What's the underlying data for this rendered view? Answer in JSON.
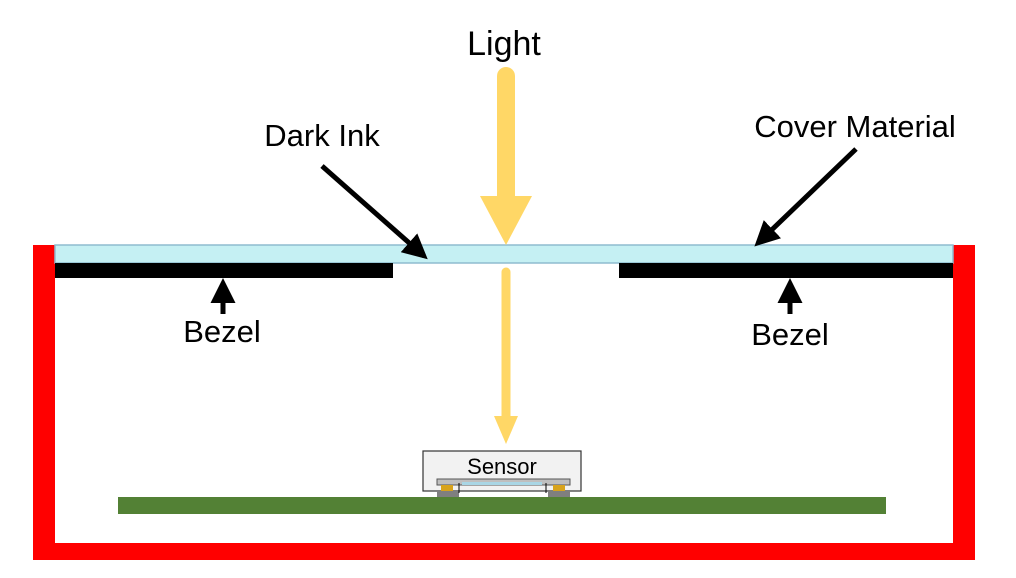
{
  "labels": {
    "light": "Light",
    "dark_ink": "Dark Ink",
    "cover_material": "Cover Material",
    "bezel_left": "Bezel",
    "bezel_right": "Bezel",
    "sensor": "Sensor"
  },
  "colors": {
    "enclosure": "#ff0000",
    "cover": "#c5f0f3",
    "cover_edge": "#8fbccf",
    "bezel": "#000000",
    "light": "#ffd766",
    "pcb": "#538135",
    "sensor_package": "#f2f2f2",
    "pad": "#d8a31c"
  }
}
